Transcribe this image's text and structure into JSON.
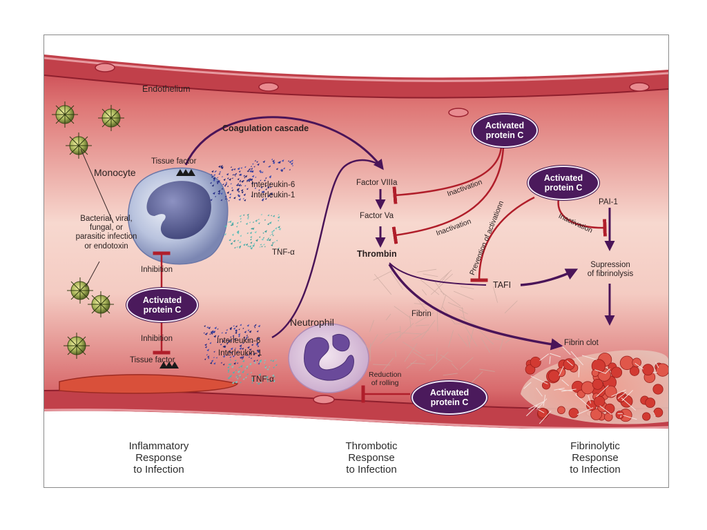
{
  "labels": {
    "endothelium": "Endothelium",
    "coagulation_cascade": "Coagulation cascade",
    "tissue_factor_top": "Tissue factor",
    "monocyte": "Monocyte",
    "interleukin6_top": "Interleukin-6",
    "interleukin1_top": "Interleukin-1",
    "tnf_top": "TNF-α",
    "infection_line1": "Bacterial, viral,",
    "infection_line2": "fungal, or",
    "infection_line3": "parasitic infection",
    "infection_line4": "or endotoxin",
    "inhibition_top": "Inhibition",
    "inhibition_bottom": "Inhibition",
    "tissue_factor_bottom": "Tissue factor",
    "neutrophil": "Neutrophil",
    "interleukin6_bottom": "Interleukin-6",
    "interleukin1_bottom": "Interleukin-1",
    "tnf_bottom": "TNF-α",
    "factor_viiia": "Factor VIIIa",
    "factor_va": "Factor Va",
    "thrombin": "Thrombin",
    "fibrin": "Fibrin",
    "inactivation_1": "Inactivation",
    "inactivation_2": "Inactivation",
    "inactivation_3": "Inactivation",
    "prevention": "Prevention of activationn",
    "tafi": "TAFI",
    "pai1": "PAI-1",
    "suppression_line1": "Supression",
    "suppression_line2": "of fibrinolysis",
    "fibrin_clot": "Fibrin clot",
    "reduction_line1": "Reduction",
    "reduction_line2": "of rolling"
  },
  "apc_pills": [
    {
      "line1": "Activated",
      "line2": "protein C"
    },
    {
      "line1": "Activated",
      "line2": "protein C"
    },
    {
      "line1": "Activated",
      "line2": "protein C"
    },
    {
      "line1": "Activated",
      "line2": "protein C"
    }
  ],
  "footer": {
    "inflammatory": [
      "Inflammatory",
      "Response",
      "to Infection"
    ],
    "thrombotic": [
      "Thrombotic",
      "Response",
      "to Infection"
    ],
    "fibrinolytic": [
      "Fibrinolytic",
      "Response",
      "to Infection"
    ]
  },
  "colors": {
    "vessel": "#d96a6e",
    "vessel_center": "#f6d6cf",
    "wall": "#b8323f",
    "apc": "#4b1a5c",
    "arrow_purple": "#4a1458",
    "inhibit_red": "#b01e2a"
  }
}
